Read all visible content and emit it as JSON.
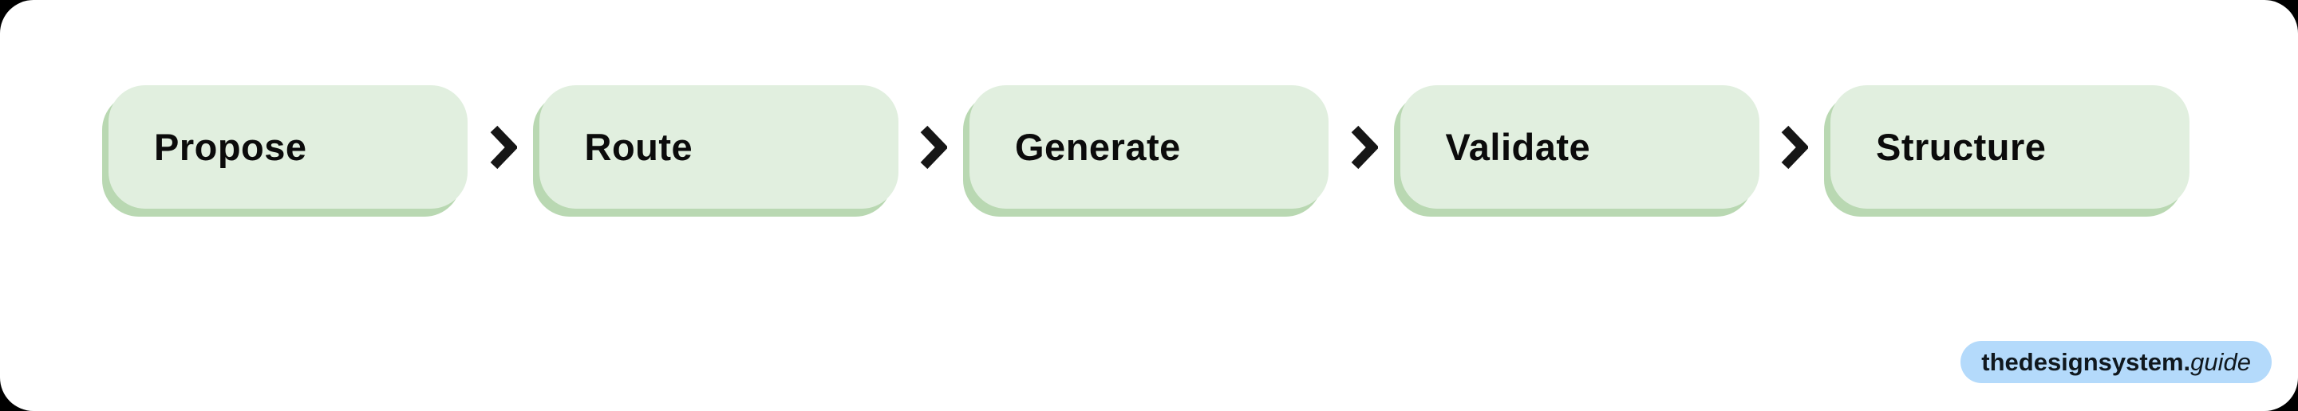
{
  "page": {
    "background_color": "#000000",
    "card_background_color": "#ffffff"
  },
  "flow": {
    "steps": [
      "Propose",
      "Route",
      "Generate",
      "Validate",
      "Structure"
    ],
    "step_background_color": "#e1efdf",
    "step_shadow_color": "#b9d8b2",
    "step_text_color": "#0b0b0b",
    "arrow_icon": "chevron-right",
    "arrow_color": "#161616"
  },
  "badge": {
    "text_bold": "thedesignsystem.",
    "text_italic": "guide",
    "background_color": "#b4dafb",
    "text_color": "#10181e"
  }
}
